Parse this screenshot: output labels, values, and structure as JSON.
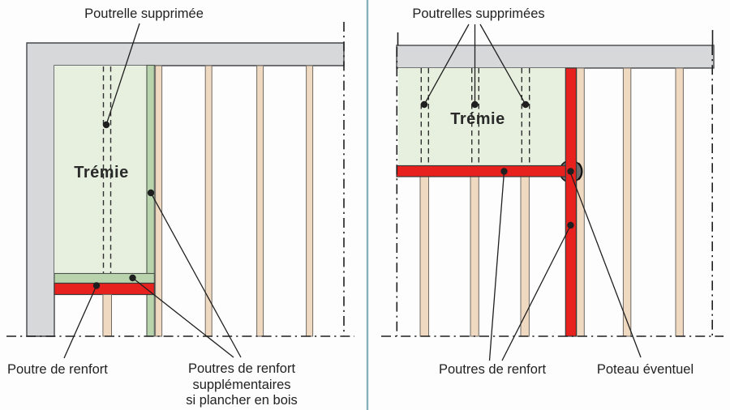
{
  "figure": {
    "title": "construction framing diagram - trémie (floor opening) reinforcement",
    "panel_count": 2
  },
  "colors": {
    "wall_gray": "#d6d8da",
    "tremie_green_light": "#e7f0df",
    "beam_green": "#b9d3ac",
    "beam_red": "#e7211e",
    "joist_tan": "#efd9c0",
    "post_gray": "#6e6e6e",
    "separator_teal": "#87b1ba",
    "line_dark": "#1f1f1f"
  },
  "left_panel": {
    "labels": {
      "top": "Poutrelle supprimée",
      "tremie": "Trémie",
      "bottom_left": "Poutre de renfort",
      "bottom_right_lines": {
        "0": "Poutres de renfort",
        "1": "supplémentaires",
        "2": "si plancher en bois"
      }
    }
  },
  "right_panel": {
    "labels": {
      "top": "Poutrelles supprimées",
      "tremie": "Trémie",
      "bottom_left": "Poutres de renfort",
      "bottom_right": "Poteau éventuel"
    }
  }
}
